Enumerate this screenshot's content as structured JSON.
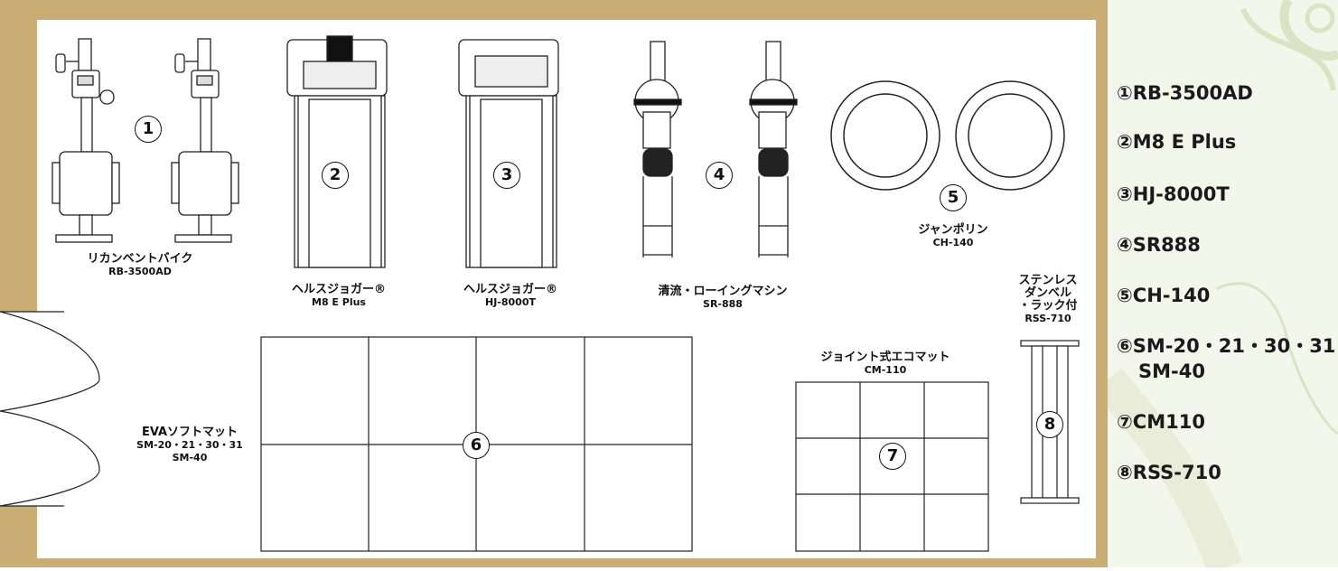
{
  "colors": {
    "wall": "#c9ad73",
    "floor": "#ffffff",
    "line": "#222222",
    "side_bg": "#f3f6ea",
    "ornament": "#dbe3c5"
  },
  "legend": [
    "①RB-3500AD",
    "②M8 E Plus",
    "③HJ-8000T",
    "④SR888",
    "⑤CH-140",
    "⑥SM-20・21・30・31",
    "SM-40",
    "⑦CM110",
    "⑧RSS-710"
  ],
  "equipment": {
    "bike": {
      "number": "1",
      "name": "リカンベントバイク",
      "model": "RB-3500AD"
    },
    "treadmill1": {
      "number": "2",
      "name": "ヘルスジョガー®",
      "model": "M8 E Plus"
    },
    "treadmill2": {
      "number": "3",
      "name": "ヘルスジョガー®",
      "model": "HJ-8000T"
    },
    "rowing": {
      "number": "4",
      "name": "清流・ローイングマシン",
      "model": "SR-888"
    },
    "trampoline": {
      "number": "5",
      "name": "ジャンポリン",
      "model": "CH-140"
    },
    "evamat": {
      "number": "6",
      "name": "EVAソフトマット",
      "model1": "SM-20・21・30・31",
      "model2": "SM-40"
    },
    "ecomat": {
      "number": "7",
      "name": "ジョイント式エコマット",
      "model": "CM-110"
    },
    "rack": {
      "number": "8",
      "name1": "ステンレス",
      "name2": "ダンベル",
      "name3": "・ラック付",
      "model": "RSS-710"
    }
  }
}
